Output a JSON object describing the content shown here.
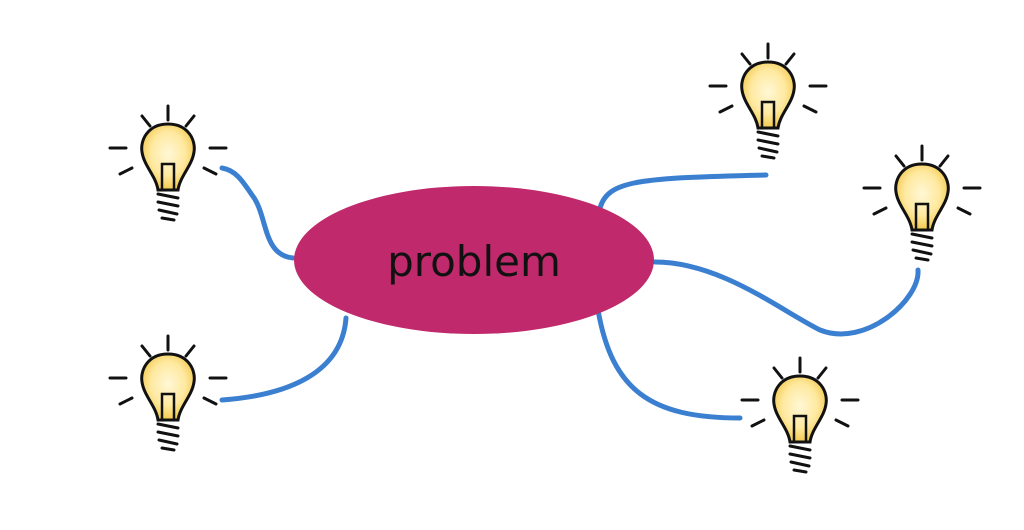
{
  "center": {
    "label": "problem"
  },
  "colors": {
    "center_fill": "#c0296b",
    "connector": "#3b7fd0",
    "bulb_fill": "#ffe9a0",
    "bulb_glow": "#f4c430",
    "ink": "#111111"
  },
  "ideas": [
    {
      "name": "top-left",
      "icon": "lightbulb-icon"
    },
    {
      "name": "bottom-left",
      "icon": "lightbulb-icon"
    },
    {
      "name": "top-right",
      "icon": "lightbulb-icon"
    },
    {
      "name": "mid-right",
      "icon": "lightbulb-icon"
    },
    {
      "name": "bottom-right",
      "icon": "lightbulb-icon"
    }
  ]
}
